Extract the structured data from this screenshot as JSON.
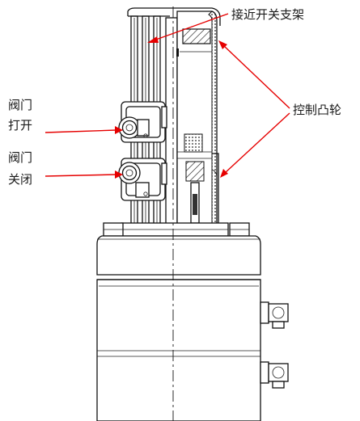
{
  "labels": {
    "proximity_switch_bracket": "接近开关支架",
    "control_cam": "控制凸轮",
    "valve_open_line1": "阀门",
    "valve_open_line2": "打开",
    "valve_close_line1": "阀门",
    "valve_close_line2": "关闭"
  },
  "colors": {
    "arrow": "#e60000",
    "line": "#111111",
    "text": "#1a1a1a"
  }
}
